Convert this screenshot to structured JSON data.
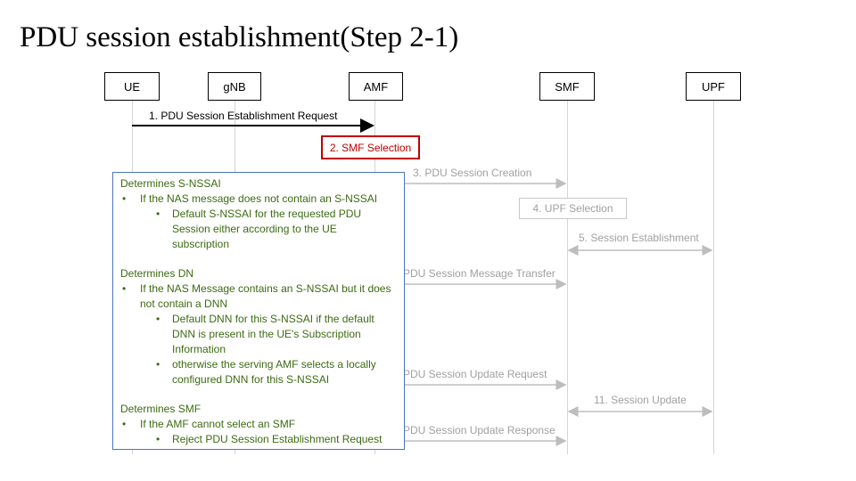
{
  "title": "PDU session establishment(Step 2-1)",
  "entities": {
    "ue": "UE",
    "gnb": "gNB",
    "amf": "AMF",
    "smf": "SMF",
    "upf": "UPF"
  },
  "messages": {
    "m1": "1. PDU Session Establishment Request",
    "m2": "2. SMF Selection",
    "m3": "3. PDU Session Creation",
    "m4": "4. UPF Selection",
    "m5": "5. Session Establishment",
    "m_transfer": "PDU Session Message Transfer",
    "m_update_req": "PDU Session Update Request",
    "m11": "11. Session Update",
    "m_update_resp": "PDU Session Update Response"
  },
  "popup": {
    "s1_title": "Determines S-NSSAI",
    "s1_b1": "If the NAS message does not contain an S-NSSAI",
    "s1_b1a_l1": "Default S-NSSAI for the requested PDU",
    "s1_b1a_l2": "Session either according to the UE",
    "s1_b1a_l3": "subscription",
    "s2_title": "Determines DN",
    "s2_b1_l1": "If the NAS Message contains an S-NSSAI but it does",
    "s2_b1_l2": "not contain a DNN",
    "s2_b1a_l1": "Default DNN for this S-NSSAI if the default",
    "s2_b1a_l2": "DNN is present in the UE's Subscription",
    "s2_b1a_l3": "Information",
    "s2_b1b_l1": "otherwise the serving AMF selects a locally",
    "s2_b1b_l2": "configured DNN for this S-NSSAI",
    "s3_title": "Determines SMF",
    "s3_b1": "If the AMF cannot select an SMF",
    "s3_b1a": "Reject PDU Session Establishment Request",
    "bullet": "•"
  },
  "colors": {
    "popup_text": "#3b6b12",
    "popup_border": "#4a76b8",
    "highlight": "#c00000",
    "faded": "#a0a0a0"
  }
}
